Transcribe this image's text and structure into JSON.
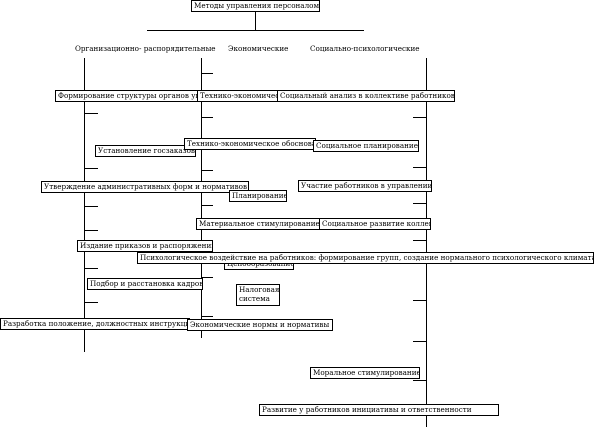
{
  "root": "Методы управления персоналом",
  "headings": {
    "org": "Организационно- распорядительные",
    "econ": "Экономические",
    "soc": "Социально-психологические"
  },
  "org_items": [
    "Формирование структуры органов управления",
    "Установление госзаказов",
    "Утверждение административных форм и нормативов",
    "Издание приказов и распоряжений",
    "Подбор и расстановка кадров",
    "Разработка положение, должностных инструкций"
  ],
  "econ_items": [
    "Технико-экономический анализ",
    "Технико-экономическое обоснование",
    "Планирование",
    "Материальное стимулирование",
    "Ценообразование",
    "Налоговая система",
    "Экономические нормы и нормативы"
  ],
  "soc_items": [
    "Социальный анализ в коллективе работников",
    "Социальное планирование",
    "Участие работников в управлении",
    "Социальное развитие коллектива",
    "Психологическое воздействие на работников: формирование групп, создание нормального психологического климата",
    "Моральное стимулирование",
    "Развитие у работников инициативы и ответственности"
  ]
}
